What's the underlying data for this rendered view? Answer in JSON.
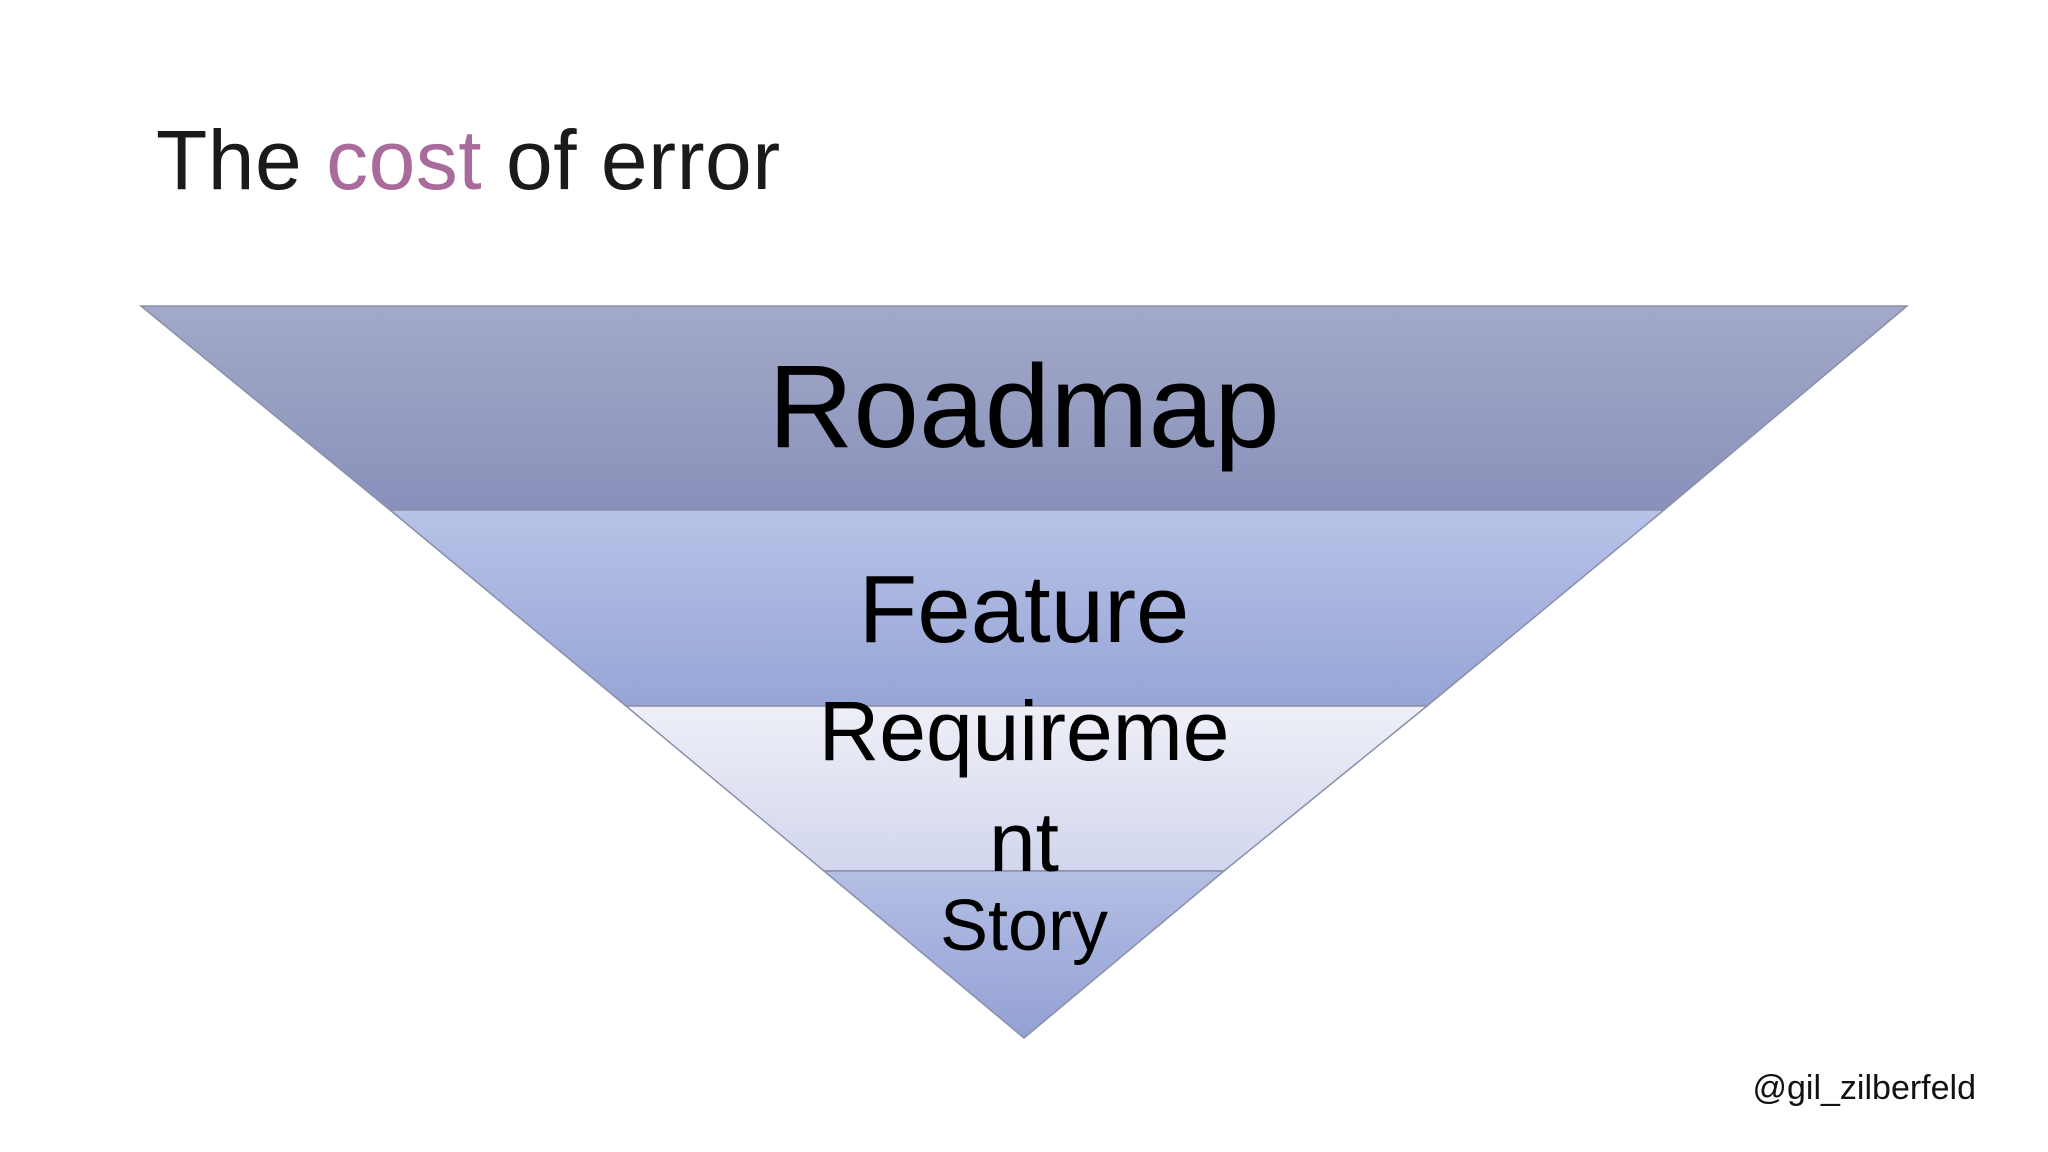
{
  "slide": {
    "title": {
      "before": "The ",
      "highlight": "cost",
      "after": " of error"
    },
    "handle": "@gil_zilberfeld"
  },
  "funnel": {
    "levels": [
      {
        "label": "Roadmap",
        "lines": [
          "Roadmap"
        ]
      },
      {
        "label": "Feature",
        "lines": [
          "Feature"
        ]
      },
      {
        "label": "Requirement",
        "lines": [
          "Requireme",
          "nt"
        ]
      },
      {
        "label": "Story",
        "lines": [
          "Story"
        ]
      }
    ]
  },
  "colors": {
    "title_text": "#1a1a1a",
    "title_highlight": "#a86b9c",
    "roadmap": [
      "#9fa6c6",
      "#8a92bc"
    ],
    "feature": [
      "#b6c1e6",
      "#98a6d6"
    ],
    "requirement": [
      "#ecedf6",
      "#d4d8ee"
    ],
    "story": [
      "#b2bde4",
      "#94a1d4"
    ],
    "outline": "#8a8fa8"
  }
}
